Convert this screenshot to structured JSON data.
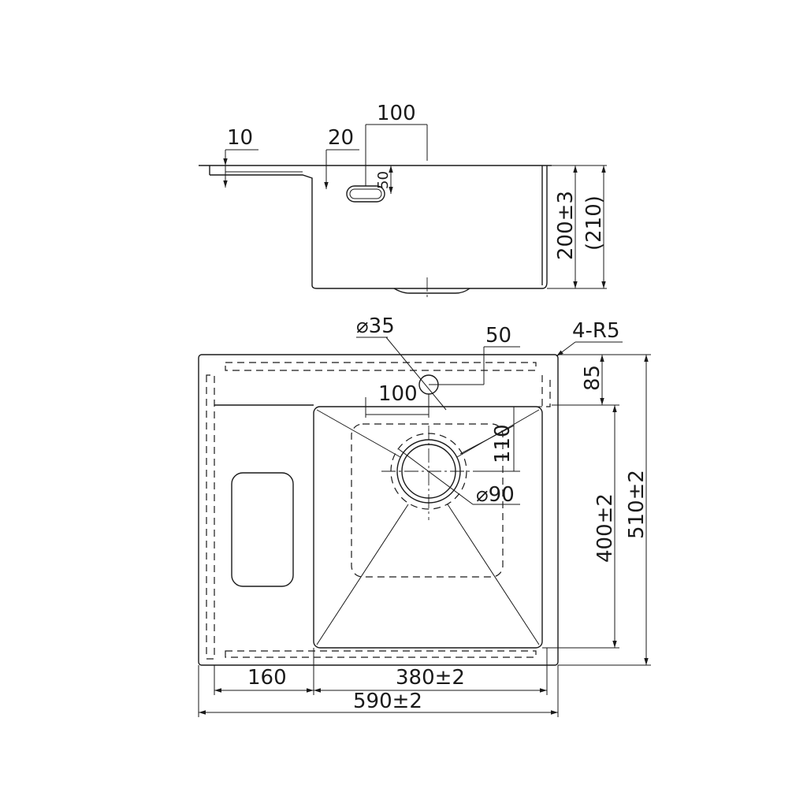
{
  "labels": {
    "side_10": "10",
    "side_20": "20",
    "side_100": "100",
    "side_50": "50",
    "side_200": "200±3",
    "side_210": "(210)",
    "top_d35": "⌀35",
    "top_50": "50",
    "top_4r5": "4-R5",
    "top_85": "85",
    "top_100": "100",
    "top_110": "110",
    "top_d90": "⌀90",
    "top_400": "400±2",
    "top_510": "510±2",
    "bot_160": "160",
    "bot_380": "380±2",
    "bot_590": "590±2"
  }
}
